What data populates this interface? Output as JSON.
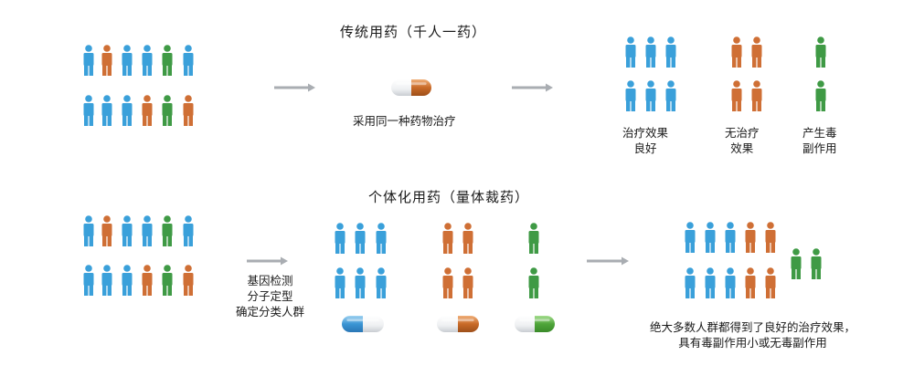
{
  "colors": {
    "blue": "#3aa0da",
    "orange": "#cf6f35",
    "green": "#3f9a45",
    "arrow": "#a9adb2"
  },
  "top": {
    "title": "传统用药（千人一药）",
    "caption": "采用同一种药物治疗",
    "groups": [
      {
        "lines": [
          "治疗效果",
          "良好"
        ]
      },
      {
        "lines": [
          "无治疗",
          "效果"
        ]
      },
      {
        "lines": [
          "产生毒",
          "副作用"
        ]
      }
    ]
  },
  "bottom": {
    "title": "个体化用药（量体裁药）",
    "caption_lines": [
      "基因检测",
      "分子定型",
      "确定分类人群"
    ],
    "result_lines": [
      "绝大多数人群都得到了良好的治疗效果，",
      "具有毒副作用小或无毒副作用"
    ]
  }
}
